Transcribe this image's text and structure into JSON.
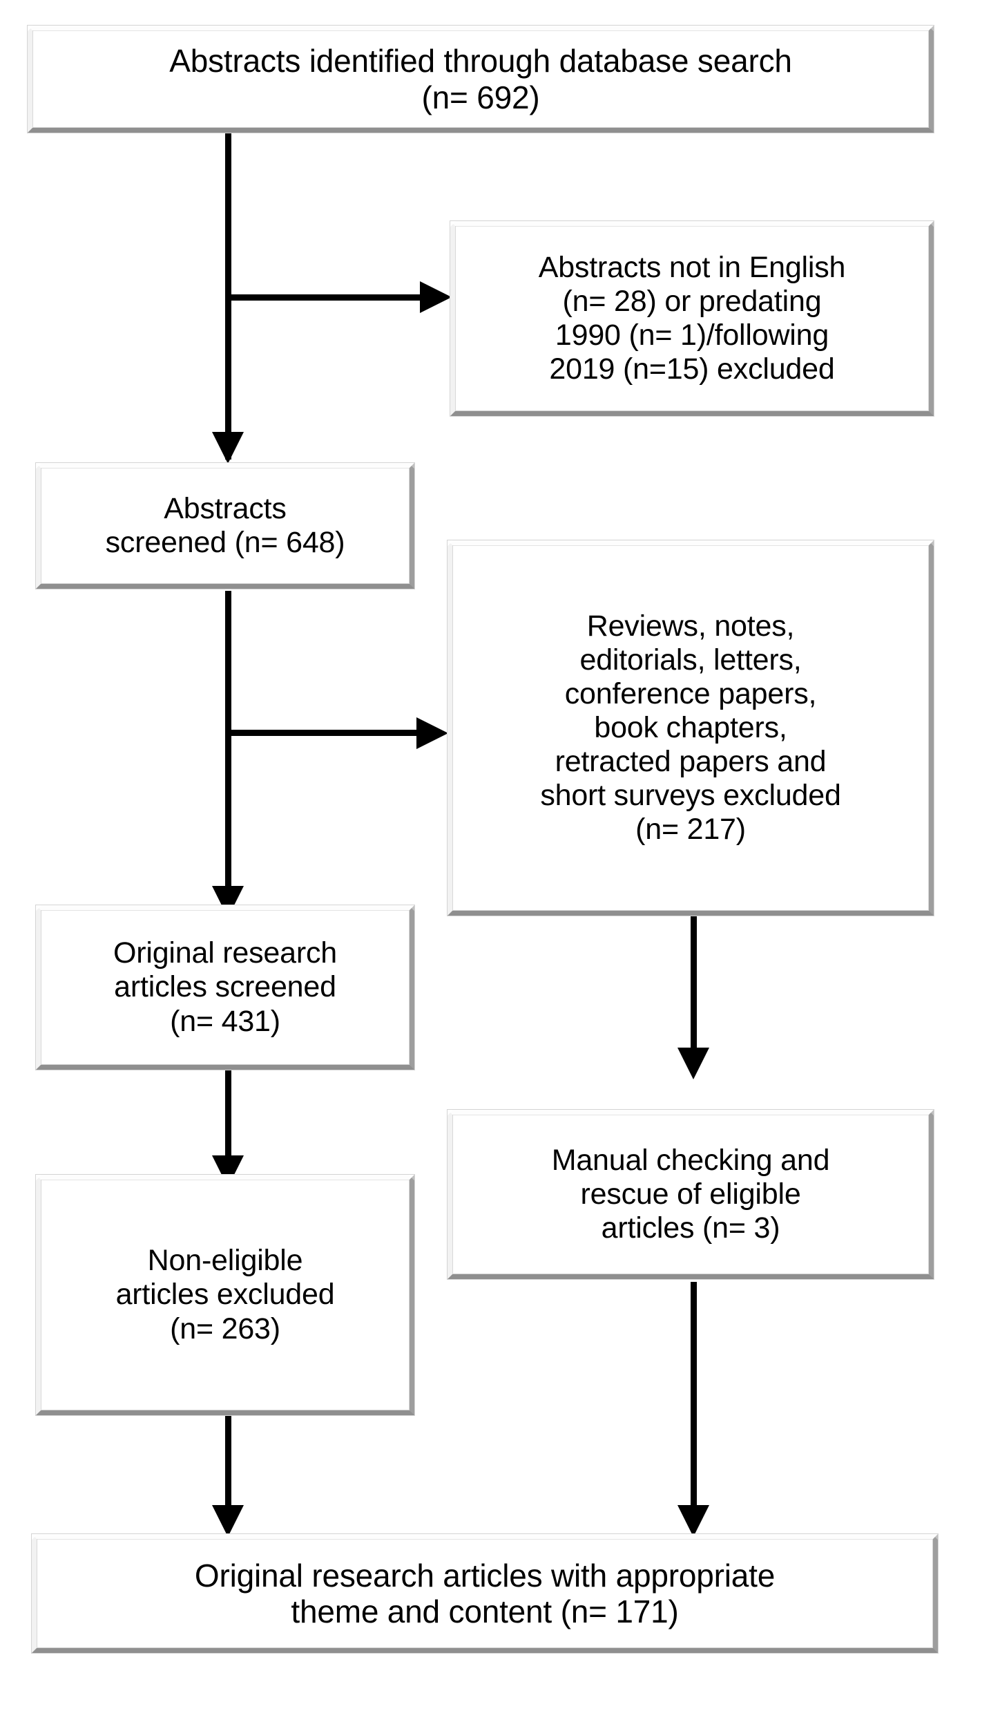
{
  "diagram": {
    "type": "prisma-flow-diagram",
    "title": "Study selection flow diagram",
    "background_color": "#ffffff",
    "line_color": "#000000",
    "box_fill_color": "#ffffff",
    "box_bevel_light": "#fdfdfd",
    "box_bevel_shadow": "#8f8f8f"
  },
  "nodes": [
    {
      "id": "identified",
      "label": "Abstracts identified through database search\n(n= 692)",
      "count": 692,
      "font_size": 46
    },
    {
      "id": "excluded_language_date",
      "label": "Abstracts not in English\n(n= 28) or predating\n1990 (n= 1)/following\n2019 (n=15) excluded",
      "counts": {
        "not_english": 28,
        "predating_1990": 1,
        "following_2019": 15
      },
      "font_size": 43
    },
    {
      "id": "abstracts_screened",
      "label": "Abstracts\nscreened (n= 648)",
      "count": 648,
      "font_size": 43
    },
    {
      "id": "excluded_doc_types",
      "label": "Reviews, notes,\neditorials, letters,\nconference papers,\nbook chapters,\nretracted papers and\nshort surveys excluded\n(n= 217)",
      "count": 217,
      "font_size": 43
    },
    {
      "id": "original_research_screened",
      "label": "Original research\narticles screened\n(n= 431)",
      "count": 431,
      "font_size": 43
    },
    {
      "id": "manual_rescue",
      "label": "Manual checking and\nrescue of eligible\narticles (n= 3)",
      "count": 3,
      "font_size": 43
    },
    {
      "id": "non_eligible_excluded",
      "label": "Non-eligible\narticles excluded\n(n= 263)",
      "count": 263,
      "font_size": 43
    },
    {
      "id": "final_included",
      "label": "Original research articles with appropriate\ntheme and content (n= 171)",
      "count": 171,
      "font_size": 46
    }
  ],
  "connectors": [
    {
      "id": "identified-to-screened",
      "kind": "arrow-down"
    },
    {
      "id": "identified-branch-to-language-exclusion",
      "kind": "arrow-right"
    },
    {
      "id": "screened-to-original-research",
      "kind": "arrow-down"
    },
    {
      "id": "screened-branch-to-doctype-exclusion",
      "kind": "arrow-right"
    },
    {
      "id": "doctype-exclusion-to-manual-rescue",
      "kind": "arrow-down"
    },
    {
      "id": "original-research-to-non-eligible",
      "kind": "arrow-down"
    },
    {
      "id": "non-eligible-to-final",
      "kind": "arrow-down"
    },
    {
      "id": "manual-rescue-to-final",
      "kind": "arrow-down"
    }
  ]
}
